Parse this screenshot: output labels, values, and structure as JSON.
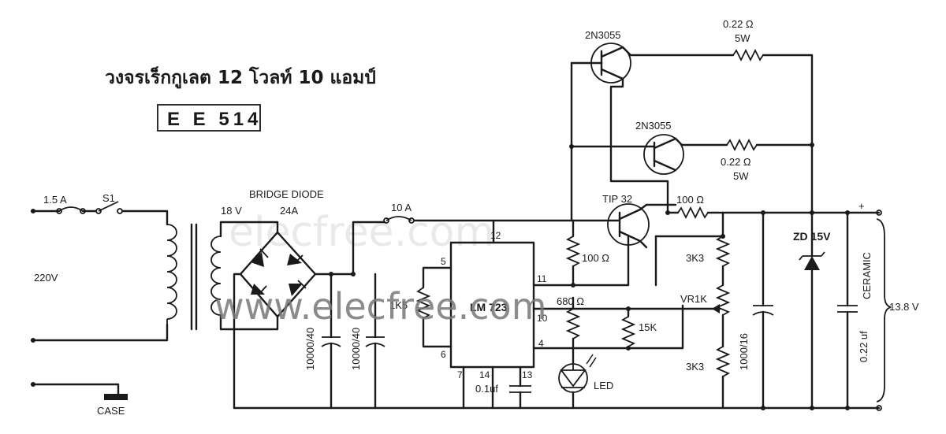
{
  "title": "วงจรเร็กกูเลต 12 โวลท์ 10 แอมป์",
  "code": "E E 514",
  "watermark_light": "elecfree.com",
  "watermark_dark": "www.elecfree.com",
  "labels": {
    "fuse": "1.5 A",
    "switch": "S1",
    "mains": "220V",
    "case": "CASE",
    "bridge": "BRIDGE DIODE",
    "sec_v": "18 V",
    "sec_a": "24A",
    "fuse2": "10 A",
    "cap1": "10000/40",
    "cap2": "10000/40",
    "r1k5": "1K5",
    "ic": "LM 723",
    "pin12": "12",
    "pin5": "5",
    "pin11": "11",
    "pin10": "10",
    "pin6": "6",
    "pin4": "4",
    "pin7": "7",
    "pin14": "14",
    "pin13": "13",
    "c01": "0.1uf",
    "r100a": "100 Ω",
    "r680": "680 Ω",
    "r15k": "15K",
    "led": "LED",
    "q1": "2N3055",
    "q2": "2N3055",
    "q3": "TIP 32",
    "re1": "0.22 Ω",
    "re1w": "5W",
    "re2": "0.22 Ω",
    "re2w": "5W",
    "r100b": "100 Ω",
    "r3k3a": "3K3",
    "vr": "VR1K",
    "r3k3b": "3K3",
    "c1000": "1000/16",
    "zd": "ZD 15V",
    "ceramic": "CERAMIC",
    "c022": "0.22 uf",
    "plus": "+",
    "vout": "13.8 V"
  }
}
